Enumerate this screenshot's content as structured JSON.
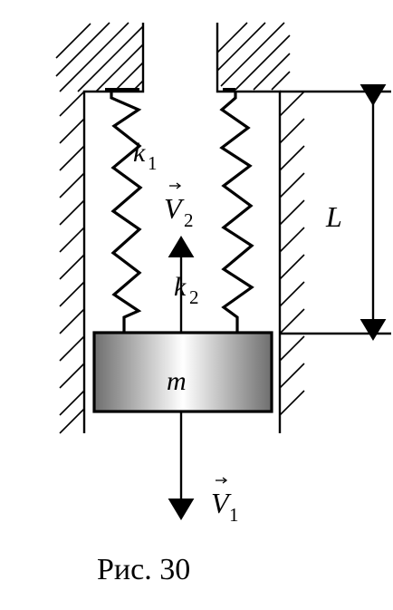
{
  "labels": {
    "k1": "k",
    "k1_sub": "1",
    "k2": "k",
    "k2_sub": "2",
    "v2": "V",
    "v2_sub": "2",
    "v1": "V",
    "v1_sub": "1",
    "mass": "m",
    "length": "L",
    "caption": "Рис. 30"
  },
  "colors": {
    "line": "#000000",
    "block_edge": "#6e6e6e",
    "block_center": "#ffffff"
  }
}
